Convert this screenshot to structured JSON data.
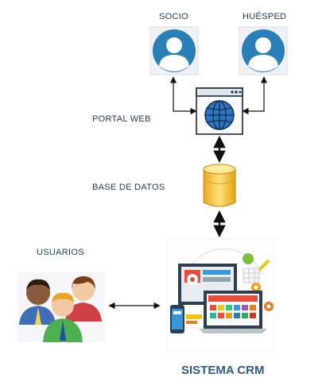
{
  "labels": {
    "socio": "SOCIO",
    "huesped": "HUÉSPED",
    "portal_web": "PORTAL WEB",
    "base_de_datos": "BASE DE DATOS",
    "usuarios": "USUARIOS",
    "sistema_crm": "SISTEMA CRM"
  },
  "colors": {
    "avatar_circle": "#2a7fb8",
    "avatar_frame": "#e8edf2",
    "globe": "#2f74c0",
    "database": "#f2c23c",
    "arrow": "#111111",
    "label_text": "#1f3a5f",
    "title_text": "#2e5c8a"
  },
  "icons": {
    "socio": "user-avatar-icon",
    "huesped": "user-avatar-icon",
    "portal_web": "browser-globe-icon",
    "base_de_datos": "database-cylinder-icon",
    "usuarios": "user-group-icon",
    "sistema_crm": "crm-devices-icon"
  }
}
